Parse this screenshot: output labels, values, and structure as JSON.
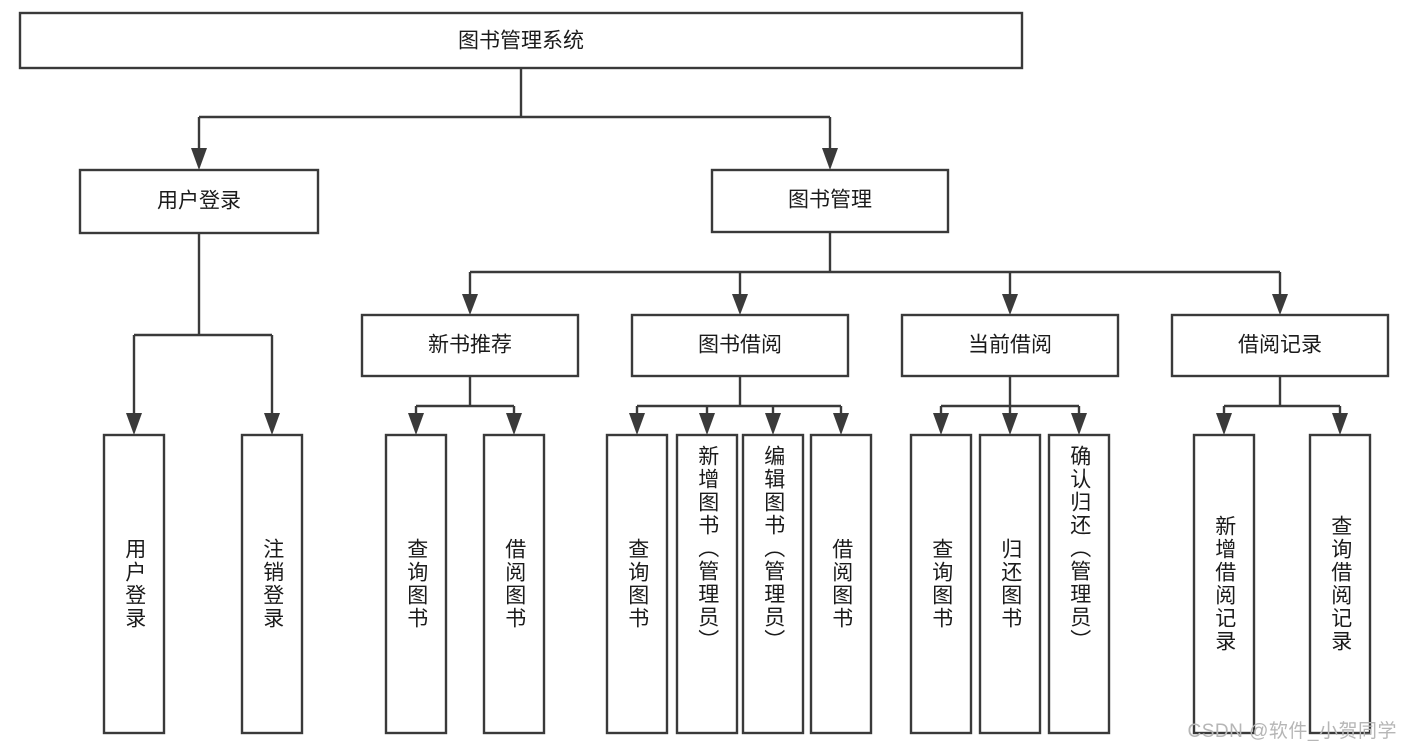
{
  "diagram": {
    "type": "tree-hierarchy-chart",
    "title_box": {
      "label": "图书管理系统"
    },
    "level2": [
      {
        "id": "user-login",
        "label": "用户登录"
      },
      {
        "id": "book-management",
        "label": "图书管理"
      }
    ],
    "level3": [
      {
        "id": "new-book-recommend",
        "label": "新书推荐",
        "parent": "book-management"
      },
      {
        "id": "book-borrow",
        "label": "图书借阅",
        "parent": "book-management"
      },
      {
        "id": "current-borrow",
        "label": "当前借阅",
        "parent": "book-management"
      },
      {
        "id": "borrow-record",
        "label": "借阅记录",
        "parent": "book-management"
      }
    ],
    "leaves": {
      "user-login": [
        {
          "id": "leaf-user-login",
          "label": "用户登录"
        },
        {
          "id": "leaf-logout-login",
          "label": "注销登录"
        }
      ],
      "new-book-recommend": [
        {
          "id": "leaf-query-book-1",
          "label": "查询图书"
        },
        {
          "id": "leaf-borrow-book-1",
          "label": "借阅图书"
        }
      ],
      "book-borrow": [
        {
          "id": "leaf-query-book-2",
          "label": "查询图书"
        },
        {
          "id": "leaf-add-book-admin",
          "label": "新增图书（管理员）"
        },
        {
          "id": "leaf-edit-book-admin",
          "label": "编辑图书（管理员）"
        },
        {
          "id": "leaf-borrow-book-2",
          "label": "借阅图书"
        }
      ],
      "current-borrow": [
        {
          "id": "leaf-query-book-3",
          "label": "查询图书"
        },
        {
          "id": "leaf-return-book",
          "label": "归还图书"
        },
        {
          "id": "leaf-confirm-return-admin",
          "label": "确认归还（管理员）"
        }
      ],
      "borrow-record": [
        {
          "id": "leaf-add-borrow-record",
          "label": "新增借阅记录"
        },
        {
          "id": "leaf-query-borrow-record",
          "label": "查询借阅记录"
        }
      ]
    },
    "watermark": {
      "text": "CSDN @软件_小贺同学"
    },
    "colors": {
      "stroke": "#3a3a3a",
      "fill": "#ffffff",
      "text": "#1b1b1b",
      "watermark": "#b6b6b6",
      "background": "#ffffff"
    }
  }
}
